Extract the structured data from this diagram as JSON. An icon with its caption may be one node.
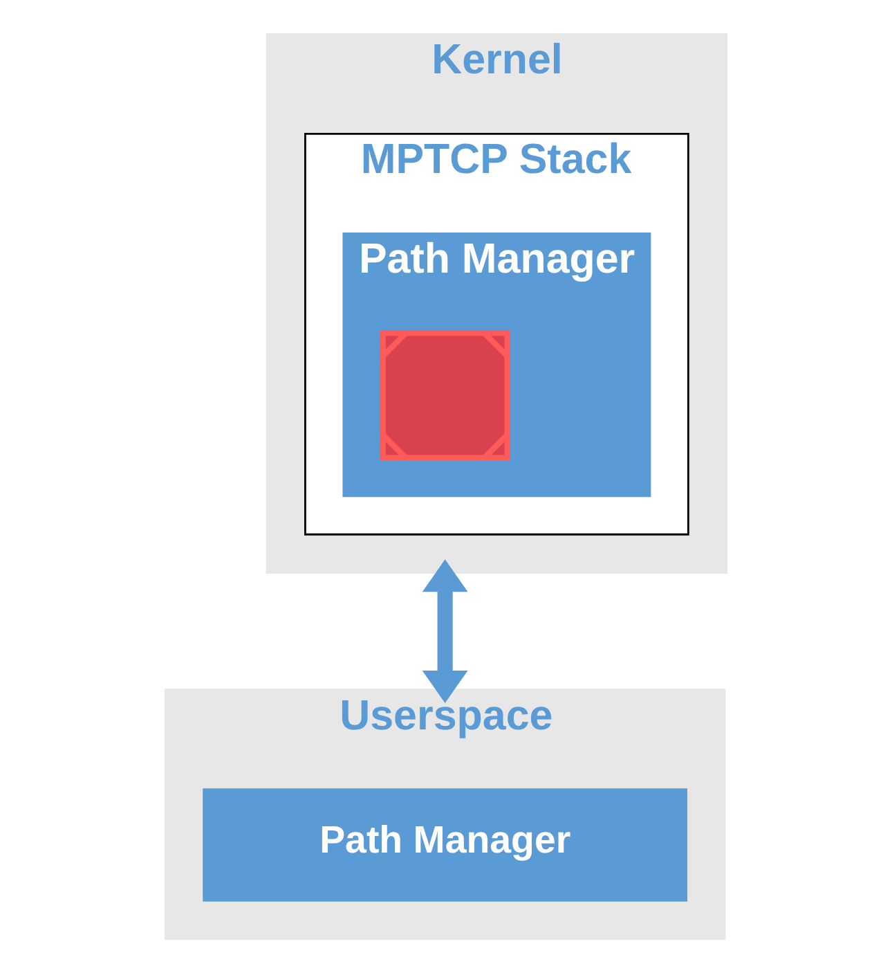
{
  "diagram": {
    "nodes": [
      {
        "text": [
          "Kernel"
        ]
      },
      {
        "text": [
          "MPTCP Stack"
        ],
        "in": 0
      },
      {
        "text": [
          "Path Manager"
        ],
        "in": 1
      },
      {
        "text": [],
        "shape": "cross",
        "in": 2
      },
      {
        "text": [
          "Userspace"
        ]
      },
      {
        "text": [
          "Path Manager"
        ],
        "in": 4
      }
    ],
    "edges": [
      {
        "from": 0,
        "to": 4,
        "arrow": "both"
      }
    ]
  }
}
